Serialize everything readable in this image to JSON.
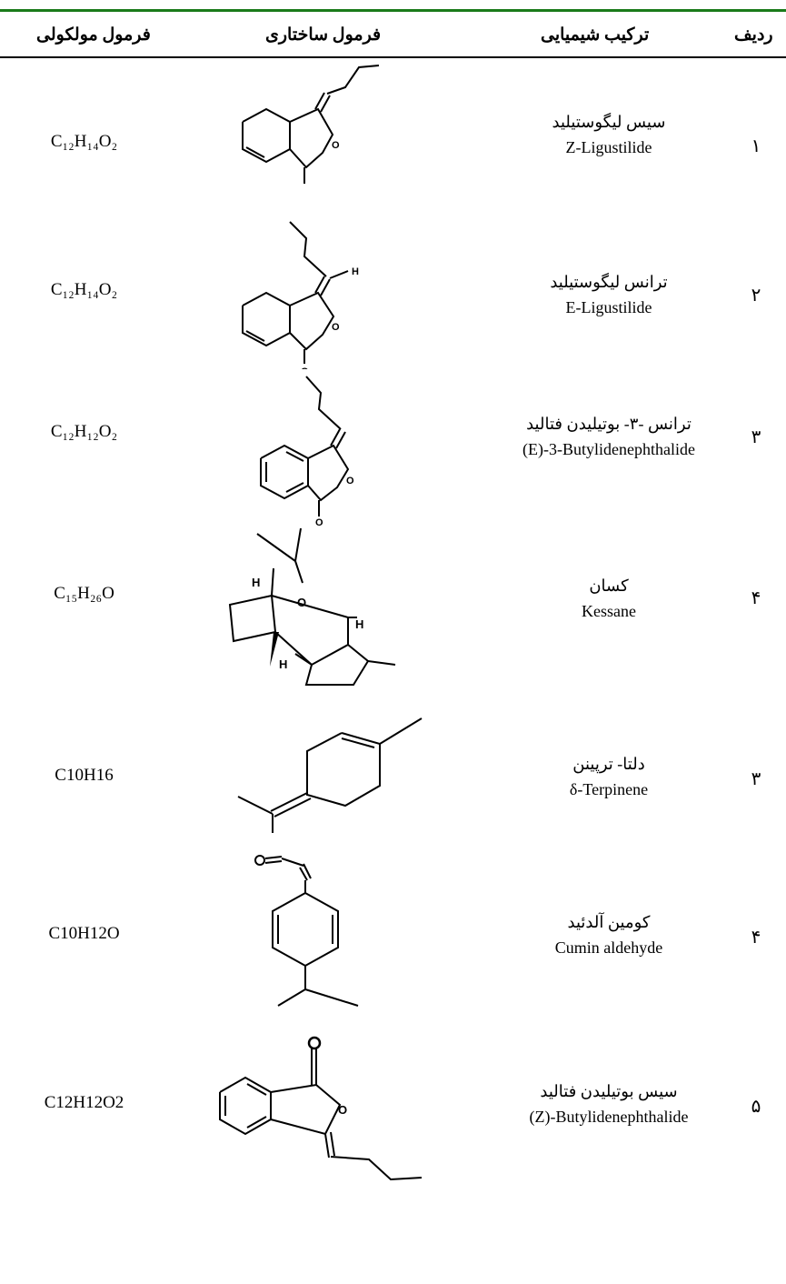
{
  "table": {
    "headers": {
      "formula": "فرمول مولکولی",
      "structure": "فرمول ساختاری",
      "compound": "ترکیب شیمیایی",
      "row": "ردیف"
    },
    "rows": [
      {
        "num": "۱",
        "name_fa": "سیس لیگوستیلید",
        "name_en": "Z-Ligustilide",
        "formula": "C₁₂H₁₄O₂",
        "structure_icon": "z-ligustilide-structure-icon"
      },
      {
        "num": "۲",
        "name_fa": "ترانس لیگوستیلید",
        "name_en": "E-Ligustilide",
        "formula": "C₁₂H₁₄O₂",
        "structure_icon": "e-ligustilide-structure-icon"
      },
      {
        "num": "۳",
        "name_fa": "ترانس -۳- بوتیلیدن فتالید",
        "name_en": "(E)-3-Butylidenephthalide",
        "formula": "C₁₂H₁₂O₂",
        "structure_icon": "e-butylidenephthalide-structure-icon"
      },
      {
        "num": "۴",
        "name_fa": "کسان",
        "name_en": "Kessane",
        "formula": "C₁₅H₂₆O",
        "structure_icon": "kessane-structure-icon"
      },
      {
        "num": "۳",
        "name_fa": "دلتا- ترپینن",
        "name_en": "δ-Terpinene",
        "formula": "C10H16",
        "structure_icon": "delta-terpinene-structure-icon"
      },
      {
        "num": "۴",
        "name_fa": "کومین آلدئید",
        "name_en": "Cumin aldehyde",
        "formula": "C10H12O",
        "structure_icon": "cumin-aldehyde-structure-icon"
      },
      {
        "num": "۵",
        "name_fa": "سیس بوتیلیدن فتالید",
        "name_en": "(Z)-Butylidenephthalide",
        "formula": "C12H12O2",
        "structure_icon": "z-butylidenephthalide-structure-icon"
      }
    ],
    "structure_labels": {
      "oxygen": "O",
      "hydrogen": "H"
    }
  }
}
